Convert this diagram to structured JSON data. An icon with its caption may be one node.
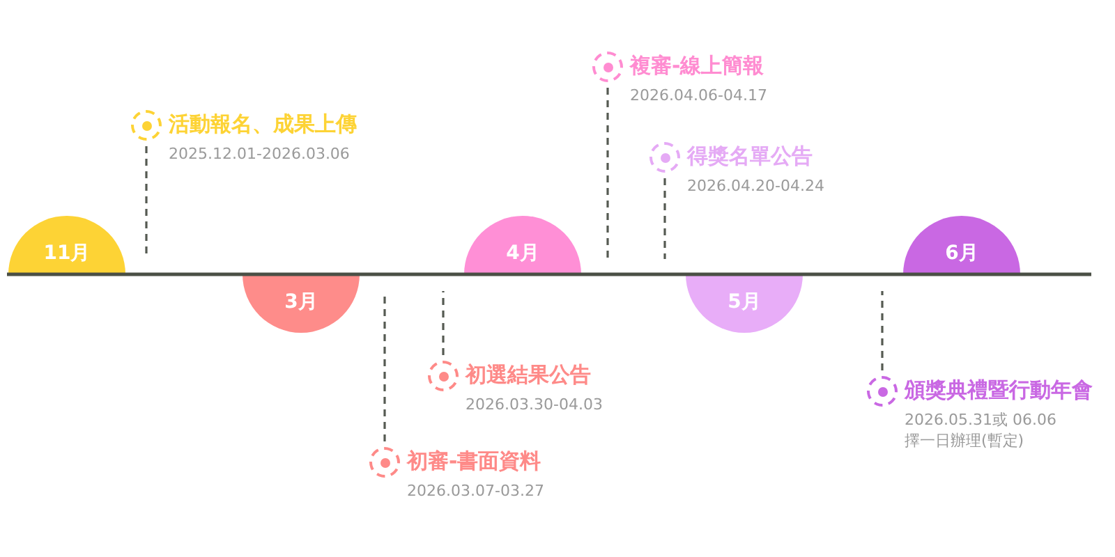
{
  "diagram": {
    "nodes": [
      {
        "text": [
          "11月"
        ]
      },
      {
        "text": [
          "活動報名、成果上傳",
          "2025.12.01-2026.03.06"
        ]
      },
      {
        "text": [
          "3月"
        ]
      },
      {
        "text": [
          "初審-書面資料",
          "2026.03.07-03.27"
        ]
      },
      {
        "text": [
          "初選結果公告",
          "2026.03.30-04.03"
        ]
      },
      {
        "text": [
          "4月"
        ]
      },
      {
        "text": [
          "複審-線上簡報",
          "2026.04.06-04.17"
        ]
      },
      {
        "text": [
          "得獎名單公告",
          "2026.04.20-04.24"
        ]
      },
      {
        "text": [
          "5月"
        ]
      },
      {
        "text": [
          "6月"
        ]
      },
      {
        "text": [
          "頒獎典禮暨行動年會",
          "2026.05.31或 06.06",
          "擇一日辦理(暫定)"
        ]
      }
    ],
    "edges": [
      {
        "from": 1,
        "to": null,
        "arrow": "none",
        "style": "dashed"
      },
      {
        "from": 3,
        "to": null,
        "arrow": "none",
        "style": "dashed"
      },
      {
        "from": 4,
        "to": null,
        "arrow": "none",
        "style": "dashed"
      },
      {
        "from": 6,
        "to": null,
        "arrow": "none",
        "style": "dashed"
      },
      {
        "from": 7,
        "to": null,
        "arrow": "none",
        "style": "dashed"
      },
      {
        "from": 10,
        "to": null,
        "arrow": "none",
        "style": "dashed"
      }
    ]
  }
}
